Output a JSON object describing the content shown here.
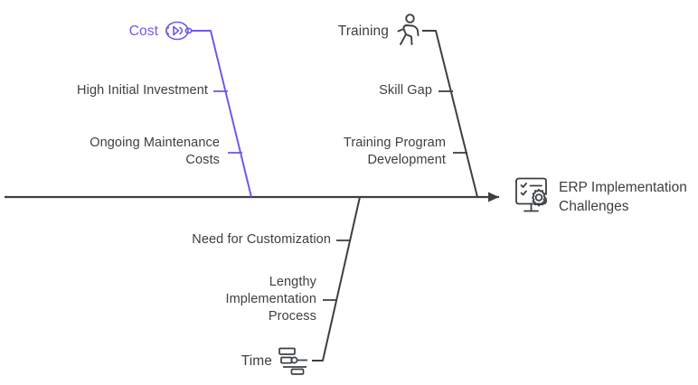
{
  "diagram": {
    "type": "fishbone",
    "title": "ERP Implementation Challenges",
    "colors": {
      "accent_purple": "#6b5ce8",
      "line_dark": "#3c4043",
      "text": "#3c4043",
      "background": "#ffffff"
    },
    "head": {
      "label": "ERP Implementation\nChallenges",
      "icon": "monitor-checklist-gear-icon"
    },
    "branches": [
      {
        "id": "cost",
        "label": "Cost",
        "icon": "money-coins-icon",
        "color": "#6b5ce8",
        "position": "top",
        "causes": [
          "High Initial Investment",
          "Ongoing Maintenance\nCosts"
        ]
      },
      {
        "id": "training",
        "label": "Training",
        "icon": "running-person-icon",
        "color": "#3c4043",
        "position": "top",
        "causes": [
          "Skill Gap",
          "Training Program\nDevelopment"
        ]
      },
      {
        "id": "time",
        "label": "Time",
        "icon": "gantt-chart-icon",
        "color": "#3c4043",
        "position": "bottom",
        "causes": [
          "Need for Customization",
          "Lengthy\nImplementation\nProcess"
        ]
      }
    ]
  }
}
